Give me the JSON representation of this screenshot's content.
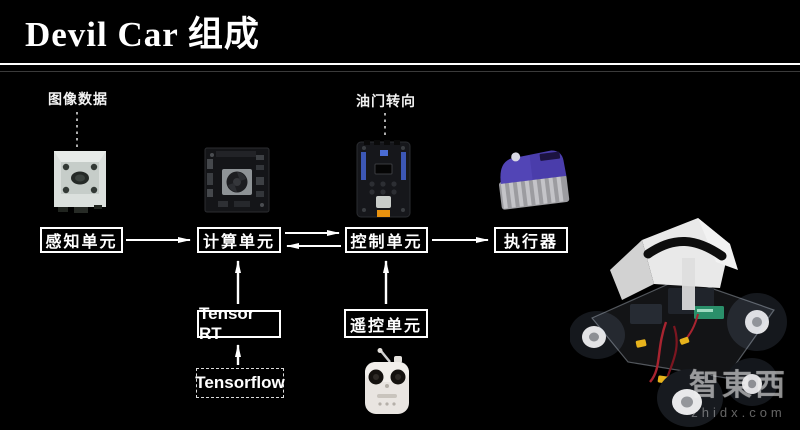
{
  "slide": {
    "title": "Devil Car 组成",
    "colors": {
      "background": "#000000",
      "divider": "#ffffff",
      "box_border": "#ffffff",
      "text": "#ffffff",
      "servo_purple": "#4a3dab",
      "board_dark": "#17181c",
      "board_blue": "#3c57b5",
      "board_orange": "#e8920f"
    }
  },
  "annotations": {
    "image_data_label": "图像数据",
    "throttle_steering_label": "油门转向"
  },
  "flow_nodes": [
    {
      "label": "感知单元"
    },
    {
      "label": "计算单元"
    },
    {
      "label": "控制单元"
    },
    {
      "label": "执行器"
    }
  ],
  "software_nodes": [
    {
      "label": "Tensor RT",
      "border": "solid"
    },
    {
      "label": "Tensorflow",
      "border": "dashed"
    }
  ],
  "remote_node": {
    "label": "遥控单元"
  },
  "images": {
    "camera": "camera-module-photo",
    "compute_board": "compute-board-photo",
    "control_board": "control-board-photo",
    "servo": "servo-actuator-photo",
    "remote_controller": "remote-controller-photo",
    "car": "rc-car-photo"
  },
  "watermark": {
    "logo": "智東西",
    "site": "zhidx.com"
  }
}
